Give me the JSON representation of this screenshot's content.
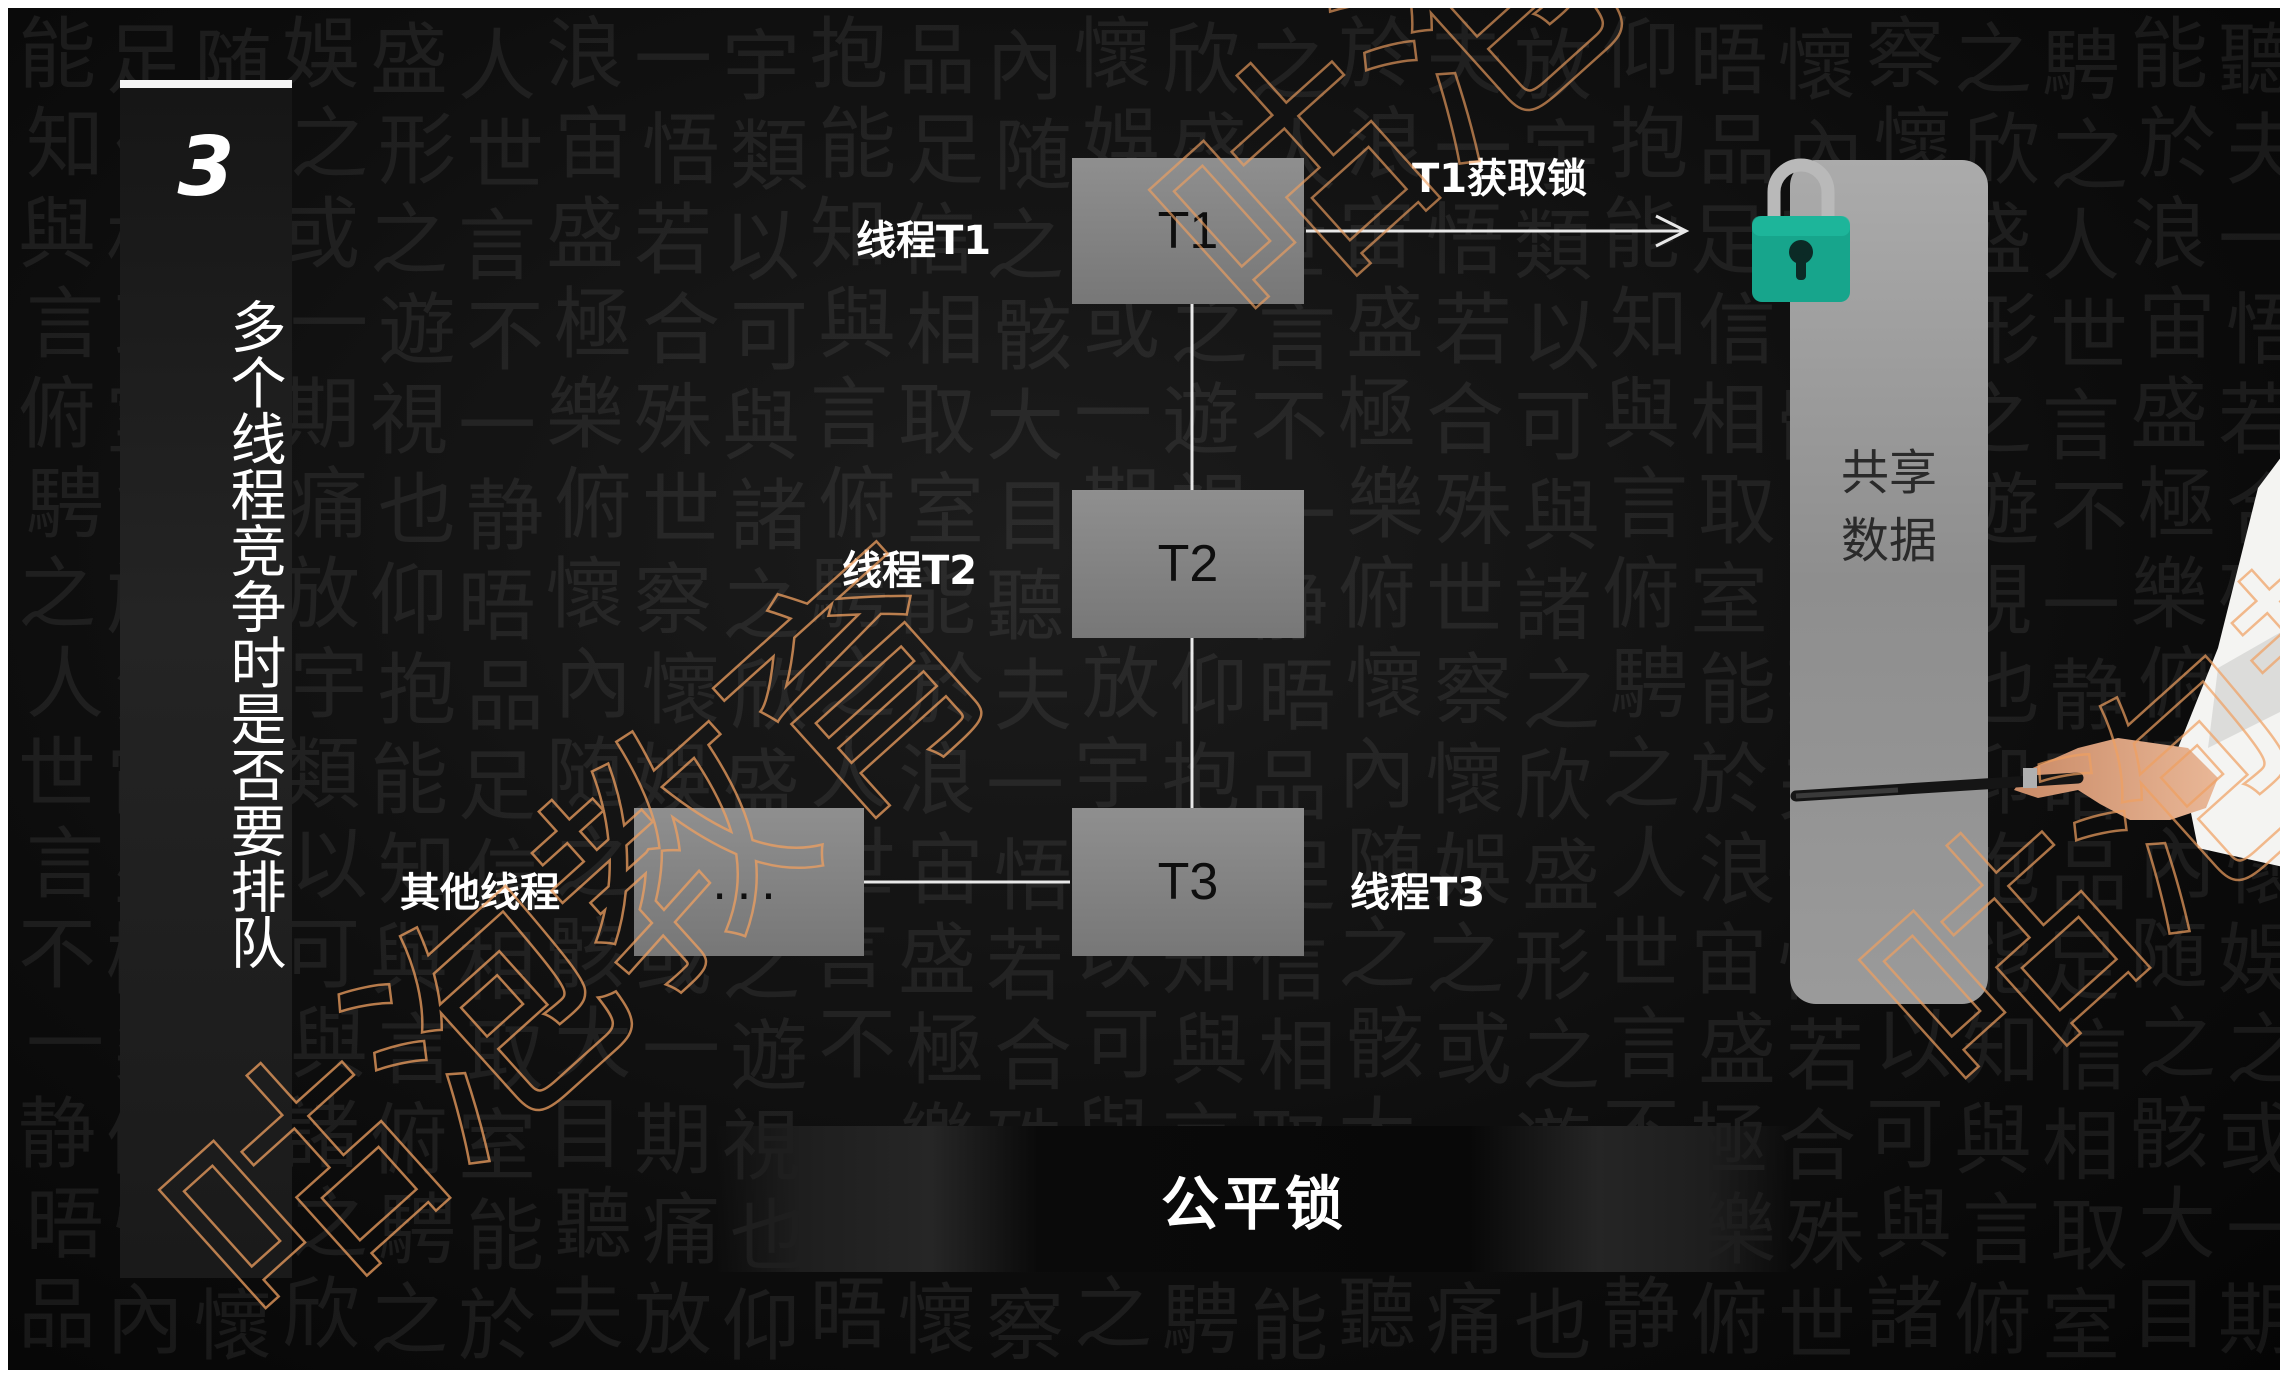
{
  "slide": {
    "section_number": "3",
    "side_title_chars": [
      "多",
      "个",
      "线",
      "程",
      "竞",
      "争",
      "时",
      "是",
      "否",
      "要",
      "排",
      "队"
    ],
    "bottom_title": "公平锁"
  },
  "diagram": {
    "nodes": {
      "t1": "T1",
      "t2": "T2",
      "t3": "T3",
      "others": "..."
    },
    "labels": {
      "t1": "线程T1",
      "t2": "线程T2",
      "t3": "线程T3",
      "others": "其他线程",
      "acquire": "T1获取锁"
    },
    "shared_data": {
      "line1": "共享",
      "line2": "数据"
    }
  },
  "watermark": {
    "text": "咕泡教育"
  },
  "colors": {
    "background": "#0d0d0d",
    "node_fill": "#888888",
    "lock_body": "#1aa38c",
    "lock_shackle": "#b8b8b8",
    "watermark": "#f0a060"
  },
  "icons": {
    "lock": "padlock-icon",
    "pointer": "presenter-pointer"
  }
}
